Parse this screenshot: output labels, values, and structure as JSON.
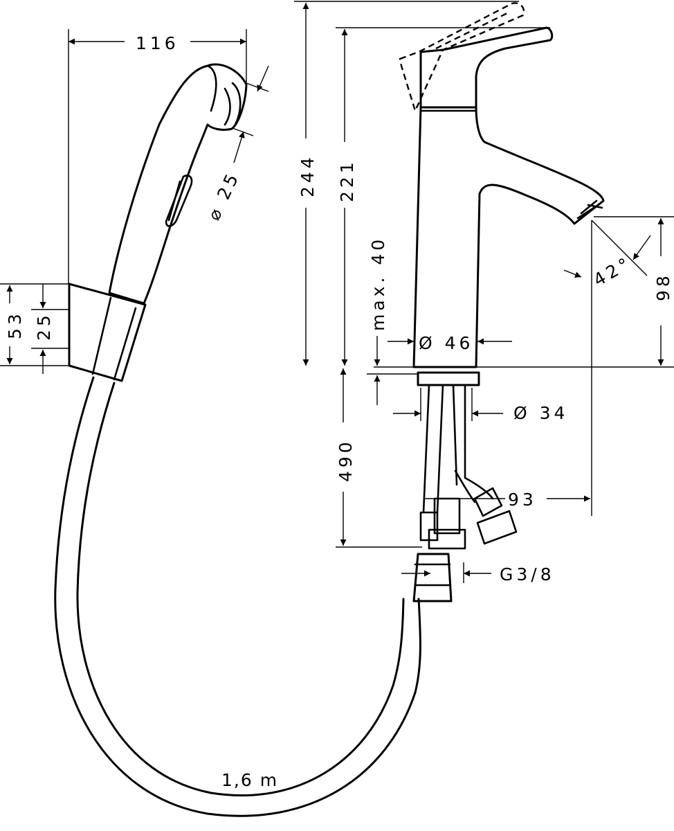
{
  "dimensions": {
    "handshower_length": "116",
    "nozzle_diameter": "⌀ 25",
    "holder_height": "53",
    "holder_inner": "25",
    "total_height_lever_open": "244",
    "total_height": "221",
    "max_deck_thickness": "max. 40",
    "base_diameter": "Ø 46",
    "shank_diameter": "Ø 34",
    "spout_height": "98",
    "spout_angle": "42°",
    "hose_length_connection": "490",
    "spout_reach": "93",
    "thread": "G3/8",
    "hose_length": "1,6 m"
  }
}
